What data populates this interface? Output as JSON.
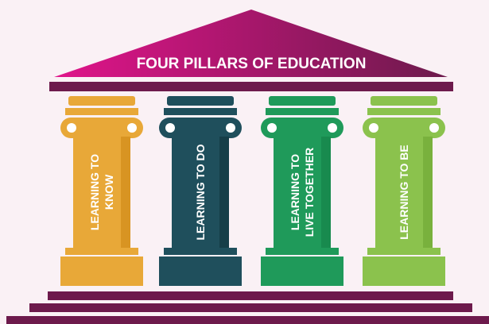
{
  "title": "FOUR PILLARS OF EDUCATION",
  "colors": {
    "background": "#faf1f5",
    "roof_start": "#e0148a",
    "roof_end": "#6d1a4c",
    "beam": "#6d1a4c"
  },
  "pillars": [
    {
      "lines": [
        "LEARNING TO",
        "KNOW"
      ],
      "color": "#e8a838",
      "shade": "#d89422"
    },
    {
      "lines": [
        "LEARNING TO DO"
      ],
      "color": "#1f4f5c",
      "shade": "#163e48"
    },
    {
      "lines": [
        "LEARNING TO",
        "LIVE TOGETHER"
      ],
      "color": "#1f9a5a",
      "shade": "#188a4e"
    },
    {
      "lines": [
        "LEARNING TO BE"
      ],
      "color": "#8bc24d",
      "shade": "#79b13d"
    }
  ]
}
